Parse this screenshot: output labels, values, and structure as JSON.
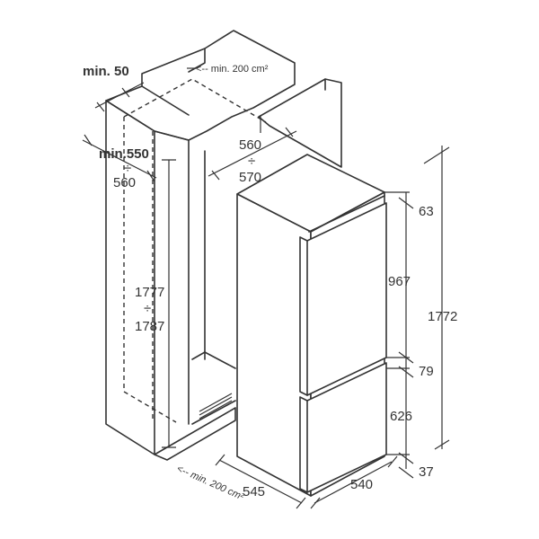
{
  "niche": {
    "min_gap_top": "min. 50",
    "vent_top": "<-- min. 200 cm²",
    "depth_top": "560",
    "depth_sep": "÷",
    "depth_bottom": "570",
    "width_top": "min.550",
    "width_sep": "÷",
    "width_bottom": "560",
    "height_top": "1777",
    "height_sep": "÷",
    "height_bottom": "1787",
    "vent_bottom": "<-- min. 200 cm²"
  },
  "appliance": {
    "height_total": "1772",
    "top_gap": "63",
    "upper_door": "967",
    "door_gap": "79",
    "lower_door": "626",
    "bottom_gap": "37",
    "depth": "545",
    "width": "540"
  }
}
